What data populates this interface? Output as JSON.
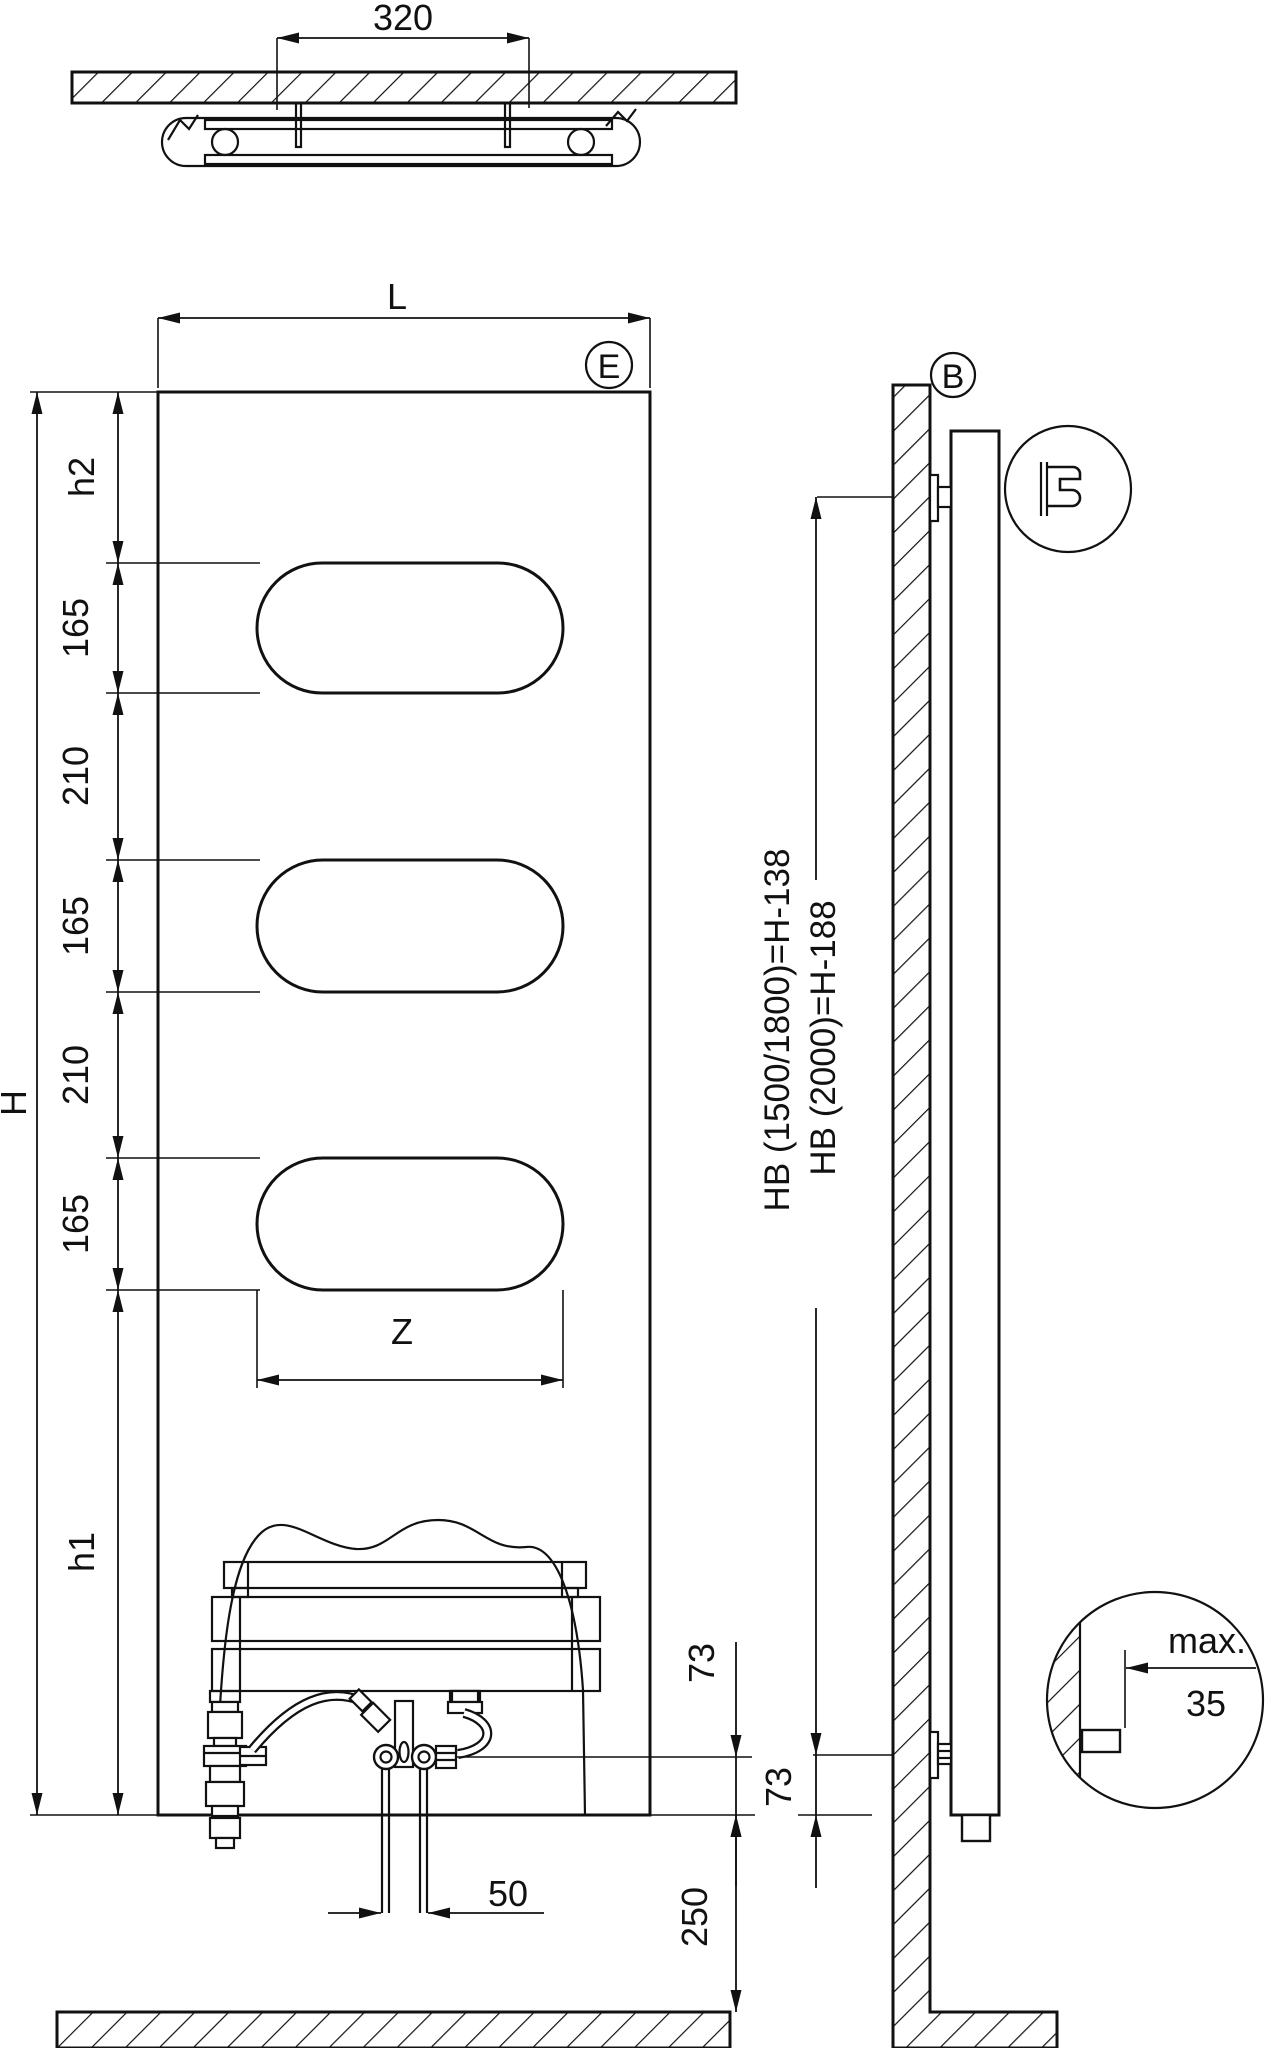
{
  "meta": {
    "background": "#ffffff",
    "line_color": "#111111"
  },
  "top_view": {
    "bracket_spacing_dim": "320"
  },
  "front_view": {
    "length_label": "L",
    "detail_marker": "E",
    "height_label": "H",
    "chain": [
      {
        "label": "h2"
      },
      {
        "label": "165"
      },
      {
        "label": "210"
      },
      {
        "label": "165"
      },
      {
        "label": "210"
      },
      {
        "label": "165"
      },
      {
        "label": "h1"
      }
    ],
    "cutout_width_label": "Z",
    "pipe_spacing_dim": "50",
    "valve_to_bottom_dim": "73",
    "bottom_to_floor_dim": "250"
  },
  "side_view": {
    "detail_marker": "B",
    "bracket_to_bottom_dim": "73",
    "mounting_height_formula_1": "HB (1500/1800)=H-138",
    "mounting_height_formula_2": "HB (2000)=H-188"
  },
  "detail_view": {
    "max_label": "max.",
    "max_value": "35"
  }
}
